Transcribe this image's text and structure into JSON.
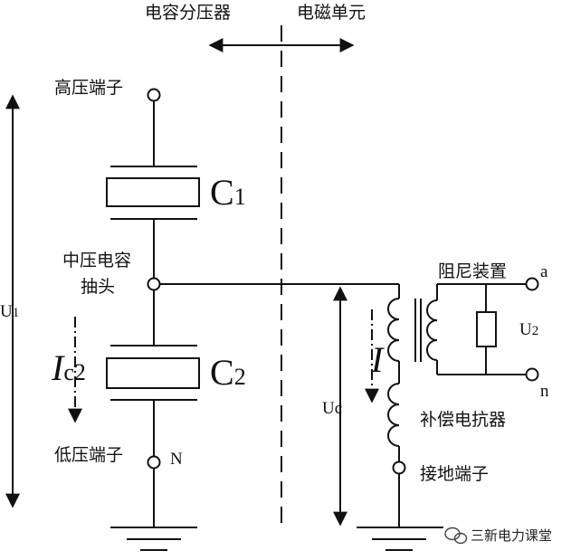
{
  "header": {
    "left_section": "电容分压器",
    "right_section": "电磁单元"
  },
  "labels": {
    "high_terminal": "高压端子",
    "c1_main": "C",
    "c1_sub": "1",
    "mid_tap_line1": "中压电容",
    "mid_tap_line2": "抽头",
    "c2_main": "C",
    "c2_sub": "2",
    "ic_main": "I",
    "ic_sub": "c2",
    "low_terminal": "低压端子",
    "n_upper": "N",
    "u1_main": "U",
    "u1_sub": "1",
    "uc": "Uc",
    "i_label": "I",
    "damping": "阻尼装置",
    "u2_main": "U",
    "u2_sub": "2",
    "a": "a",
    "n_lower": "n",
    "reactor": "补偿电抗器",
    "ground_terminal": "接地端子"
  },
  "watermark": {
    "icon": "wechat-icon",
    "text": "三新电力课堂"
  },
  "colors": {
    "line": "#111111",
    "background": "#ffffff"
  }
}
